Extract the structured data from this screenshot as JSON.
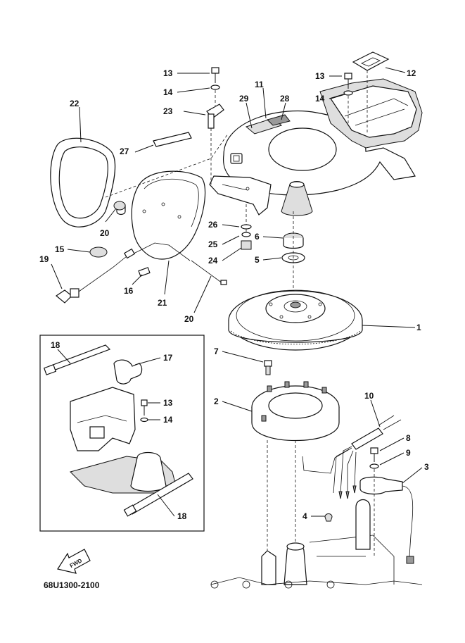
{
  "diagram_code": "68U1300-2100",
  "fwd_label": "FWD",
  "callouts": {
    "c1": "1",
    "c2": "2",
    "c3": "3",
    "c4": "4",
    "c5": "5",
    "c6": "6",
    "c7": "7",
    "c8": "8",
    "c9": "9",
    "c10": "10",
    "c11": "11",
    "c12": "12",
    "c13a": "13",
    "c13b": "13",
    "c13c": "13",
    "c14a": "14",
    "c14b": "14",
    "c14c": "14",
    "c15": "15",
    "c16": "16",
    "c17": "17",
    "c18a": "18",
    "c18b": "18",
    "c19": "19",
    "c20a": "20",
    "c20b": "20",
    "c21": "21",
    "c22": "22",
    "c23": "23",
    "c24": "24",
    "c25": "25",
    "c26": "26",
    "c27": "27",
    "c28": "28",
    "c29": "29"
  }
}
